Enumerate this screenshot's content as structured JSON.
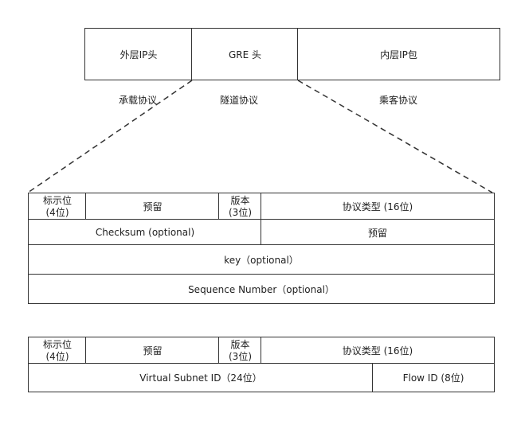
{
  "packet": {
    "outer_ip": "外层IP头",
    "gre_header": "GRE 头",
    "inner_ip": "内层IP包"
  },
  "protocols": {
    "carrier": "承载协议",
    "tunnel": "隧道协议",
    "passenger": "乘客协议"
  },
  "gre": {
    "flags": "标示位(4位)",
    "reserved": "预留",
    "version": "版本(3位)",
    "protocol_type": "协议类型 (16位)",
    "checksum": "Checksum (optional)",
    "reserved2": "预留",
    "key": "key（optional）",
    "sequence": "Sequence Number（optional）"
  },
  "nvgre": {
    "flags": "标示位(4位)",
    "reserved": "预留",
    "version": "版本(3位)",
    "protocol_type": "协议类型 (16位)",
    "vsid": "Virtual Subnet ID（24位）",
    "flow_id": "Flow ID (8位)"
  }
}
